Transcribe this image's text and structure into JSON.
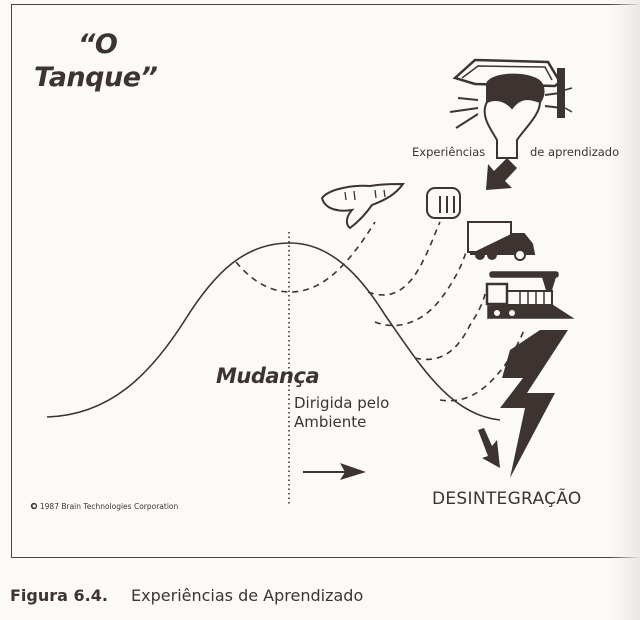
{
  "figure": {
    "title_line1": "“O",
    "title_line2": "Tanque”",
    "top_label_left": "Experiências",
    "top_label_right": "de aprendizado",
    "center_heading": "Mudança",
    "center_sub_line1": "Dirigida pelo",
    "center_sub_line2": "Ambiente",
    "bottom_label": "DESINTEGRAÇÃO",
    "copyright": "© 1987 Brain Technologies Corporation",
    "icons": [
      "lightbulb-graduation-cap-icon",
      "hand-icon",
      "fist-icon",
      "truck-icon",
      "locomotive-icon",
      "lightning-bolt-icon",
      "arrow-down-left-icon",
      "arrow-right-icon",
      "arrow-down-icon"
    ]
  },
  "caption": {
    "figure_number": "Figura 6.4.",
    "text": "Experiências de Aprendizado"
  },
  "colors": {
    "ink": "#3d3431",
    "paper": "#fbfaf8"
  }
}
